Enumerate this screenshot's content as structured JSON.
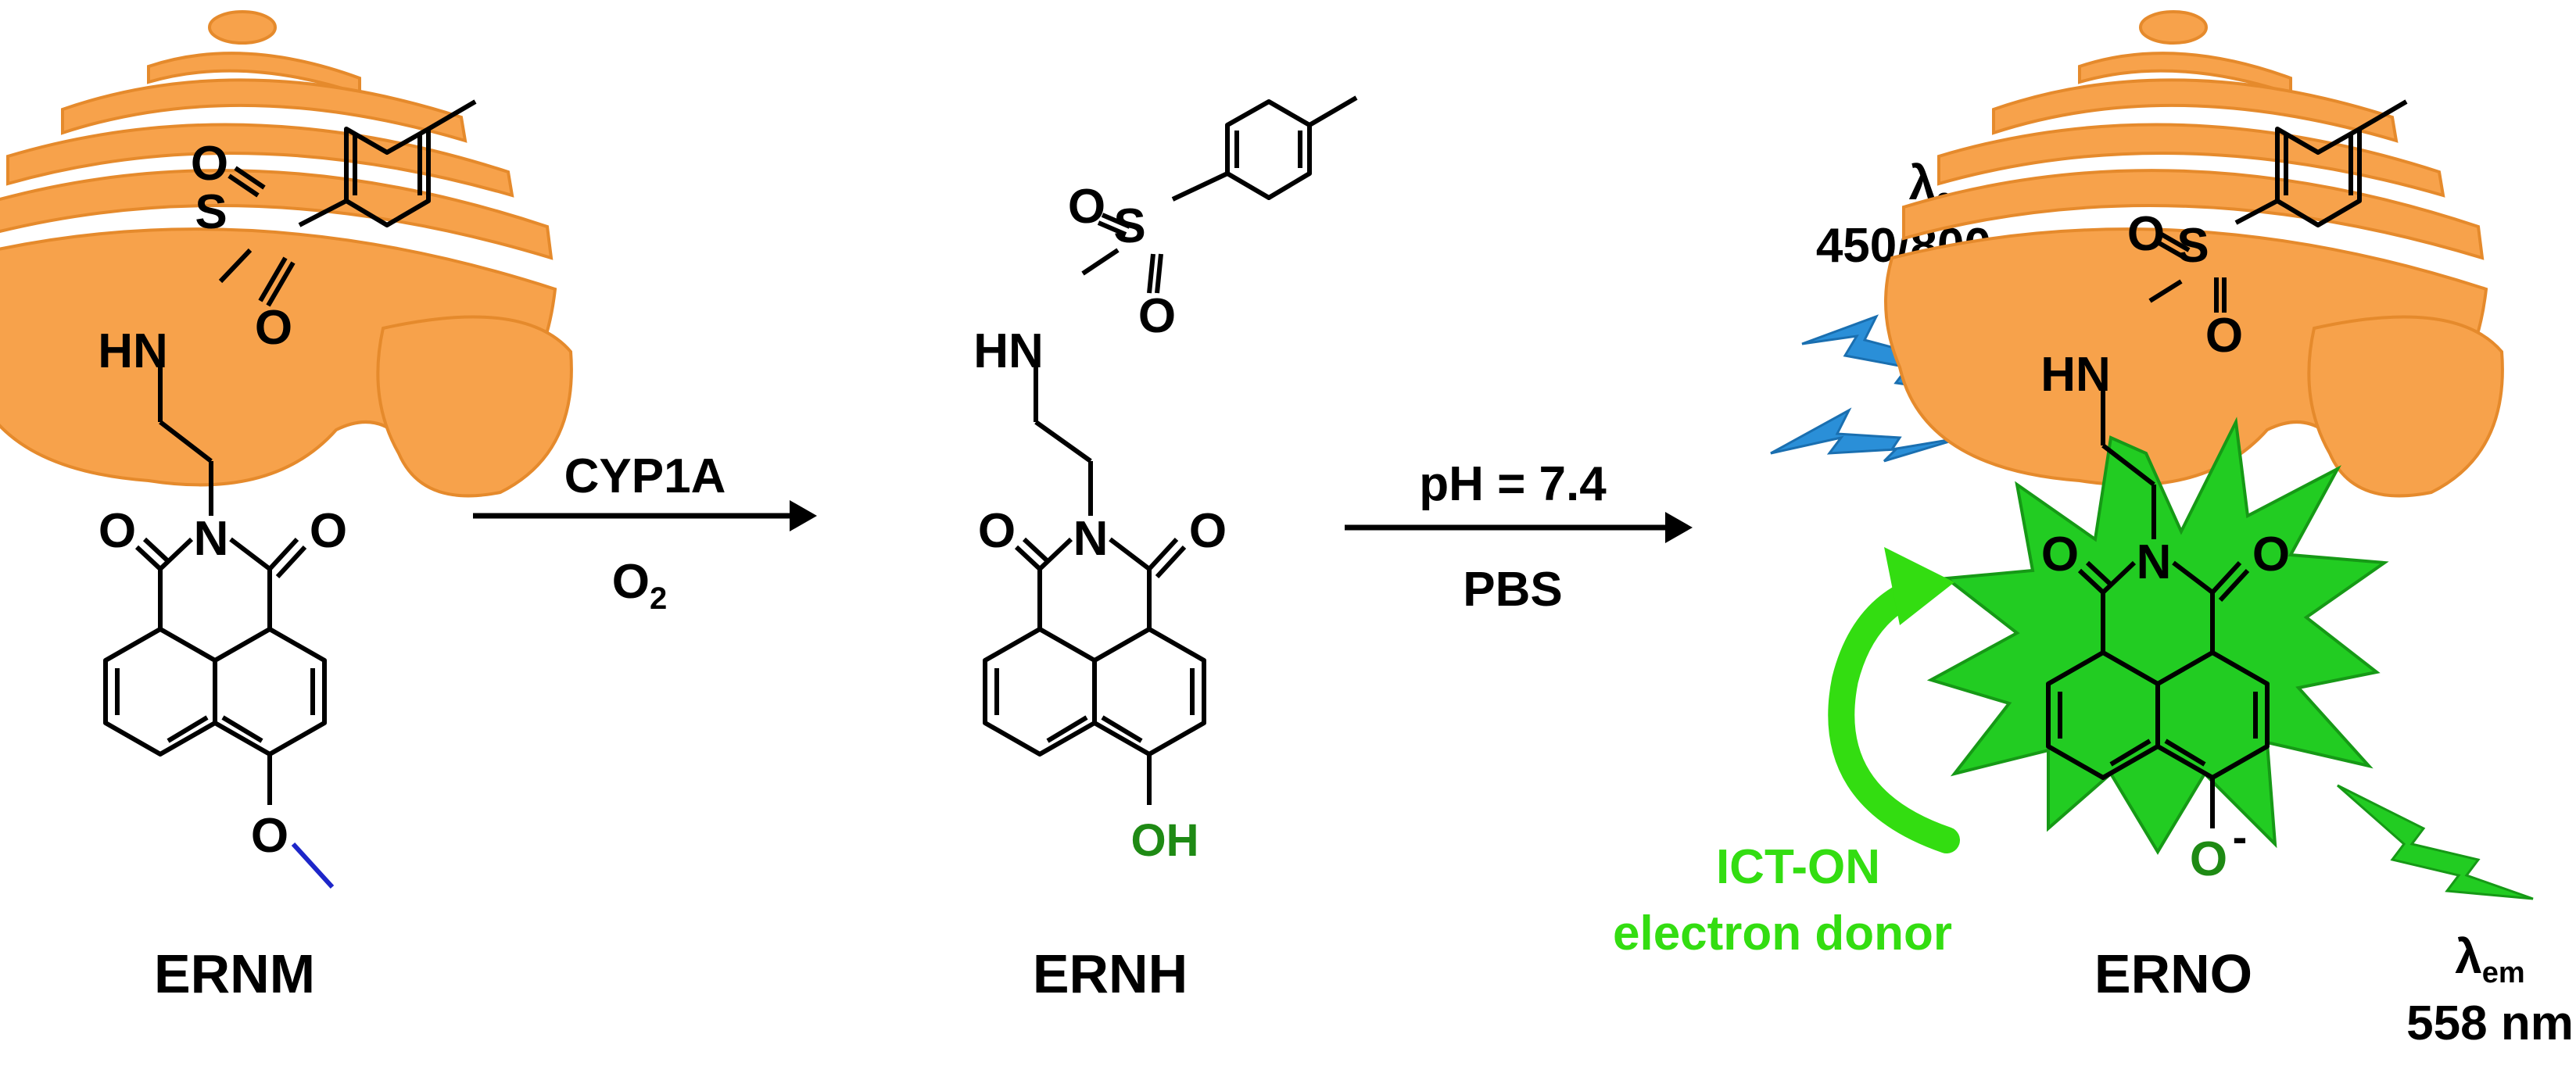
{
  "colors": {
    "organelle_fill": "#f7a24b",
    "organelle_stroke": "#e58a2c",
    "bond": "#000000",
    "methyl_bond": "#1d26c9",
    "hydroxyl": "#1e8a14",
    "burst": "#22cc22",
    "burst_dark": "#169916",
    "excitation_bolt": "#2a8fd8",
    "ict_text": "#33dd11"
  },
  "compounds": {
    "ernm": {
      "name": "ERNM",
      "nh": "HN",
      "o": "O"
    },
    "ernh": {
      "name": "ERNH",
      "nh": "HN",
      "o": "O",
      "oh": "OH"
    },
    "erno": {
      "name": "ERNO",
      "nh": "HN",
      "o": "O",
      "o_minus": "O",
      "minus": "-"
    }
  },
  "sulfonyl": {
    "s": "S",
    "o": "O"
  },
  "steps": [
    {
      "reagent_top": "CYP1A",
      "reagent_bottom_main": "O",
      "reagent_bottom_sub": "2"
    },
    {
      "reagent_top": "pH = 7.4",
      "reagent_bottom": "PBS"
    }
  ],
  "excitation": {
    "lambda": "λ",
    "sub": "ex",
    "value": "450/800 nm"
  },
  "emission": {
    "lambda": "λ",
    "sub": "em",
    "value": "558 nm"
  },
  "ict": {
    "line1": "ICT-ON",
    "line2": "electron donor"
  }
}
